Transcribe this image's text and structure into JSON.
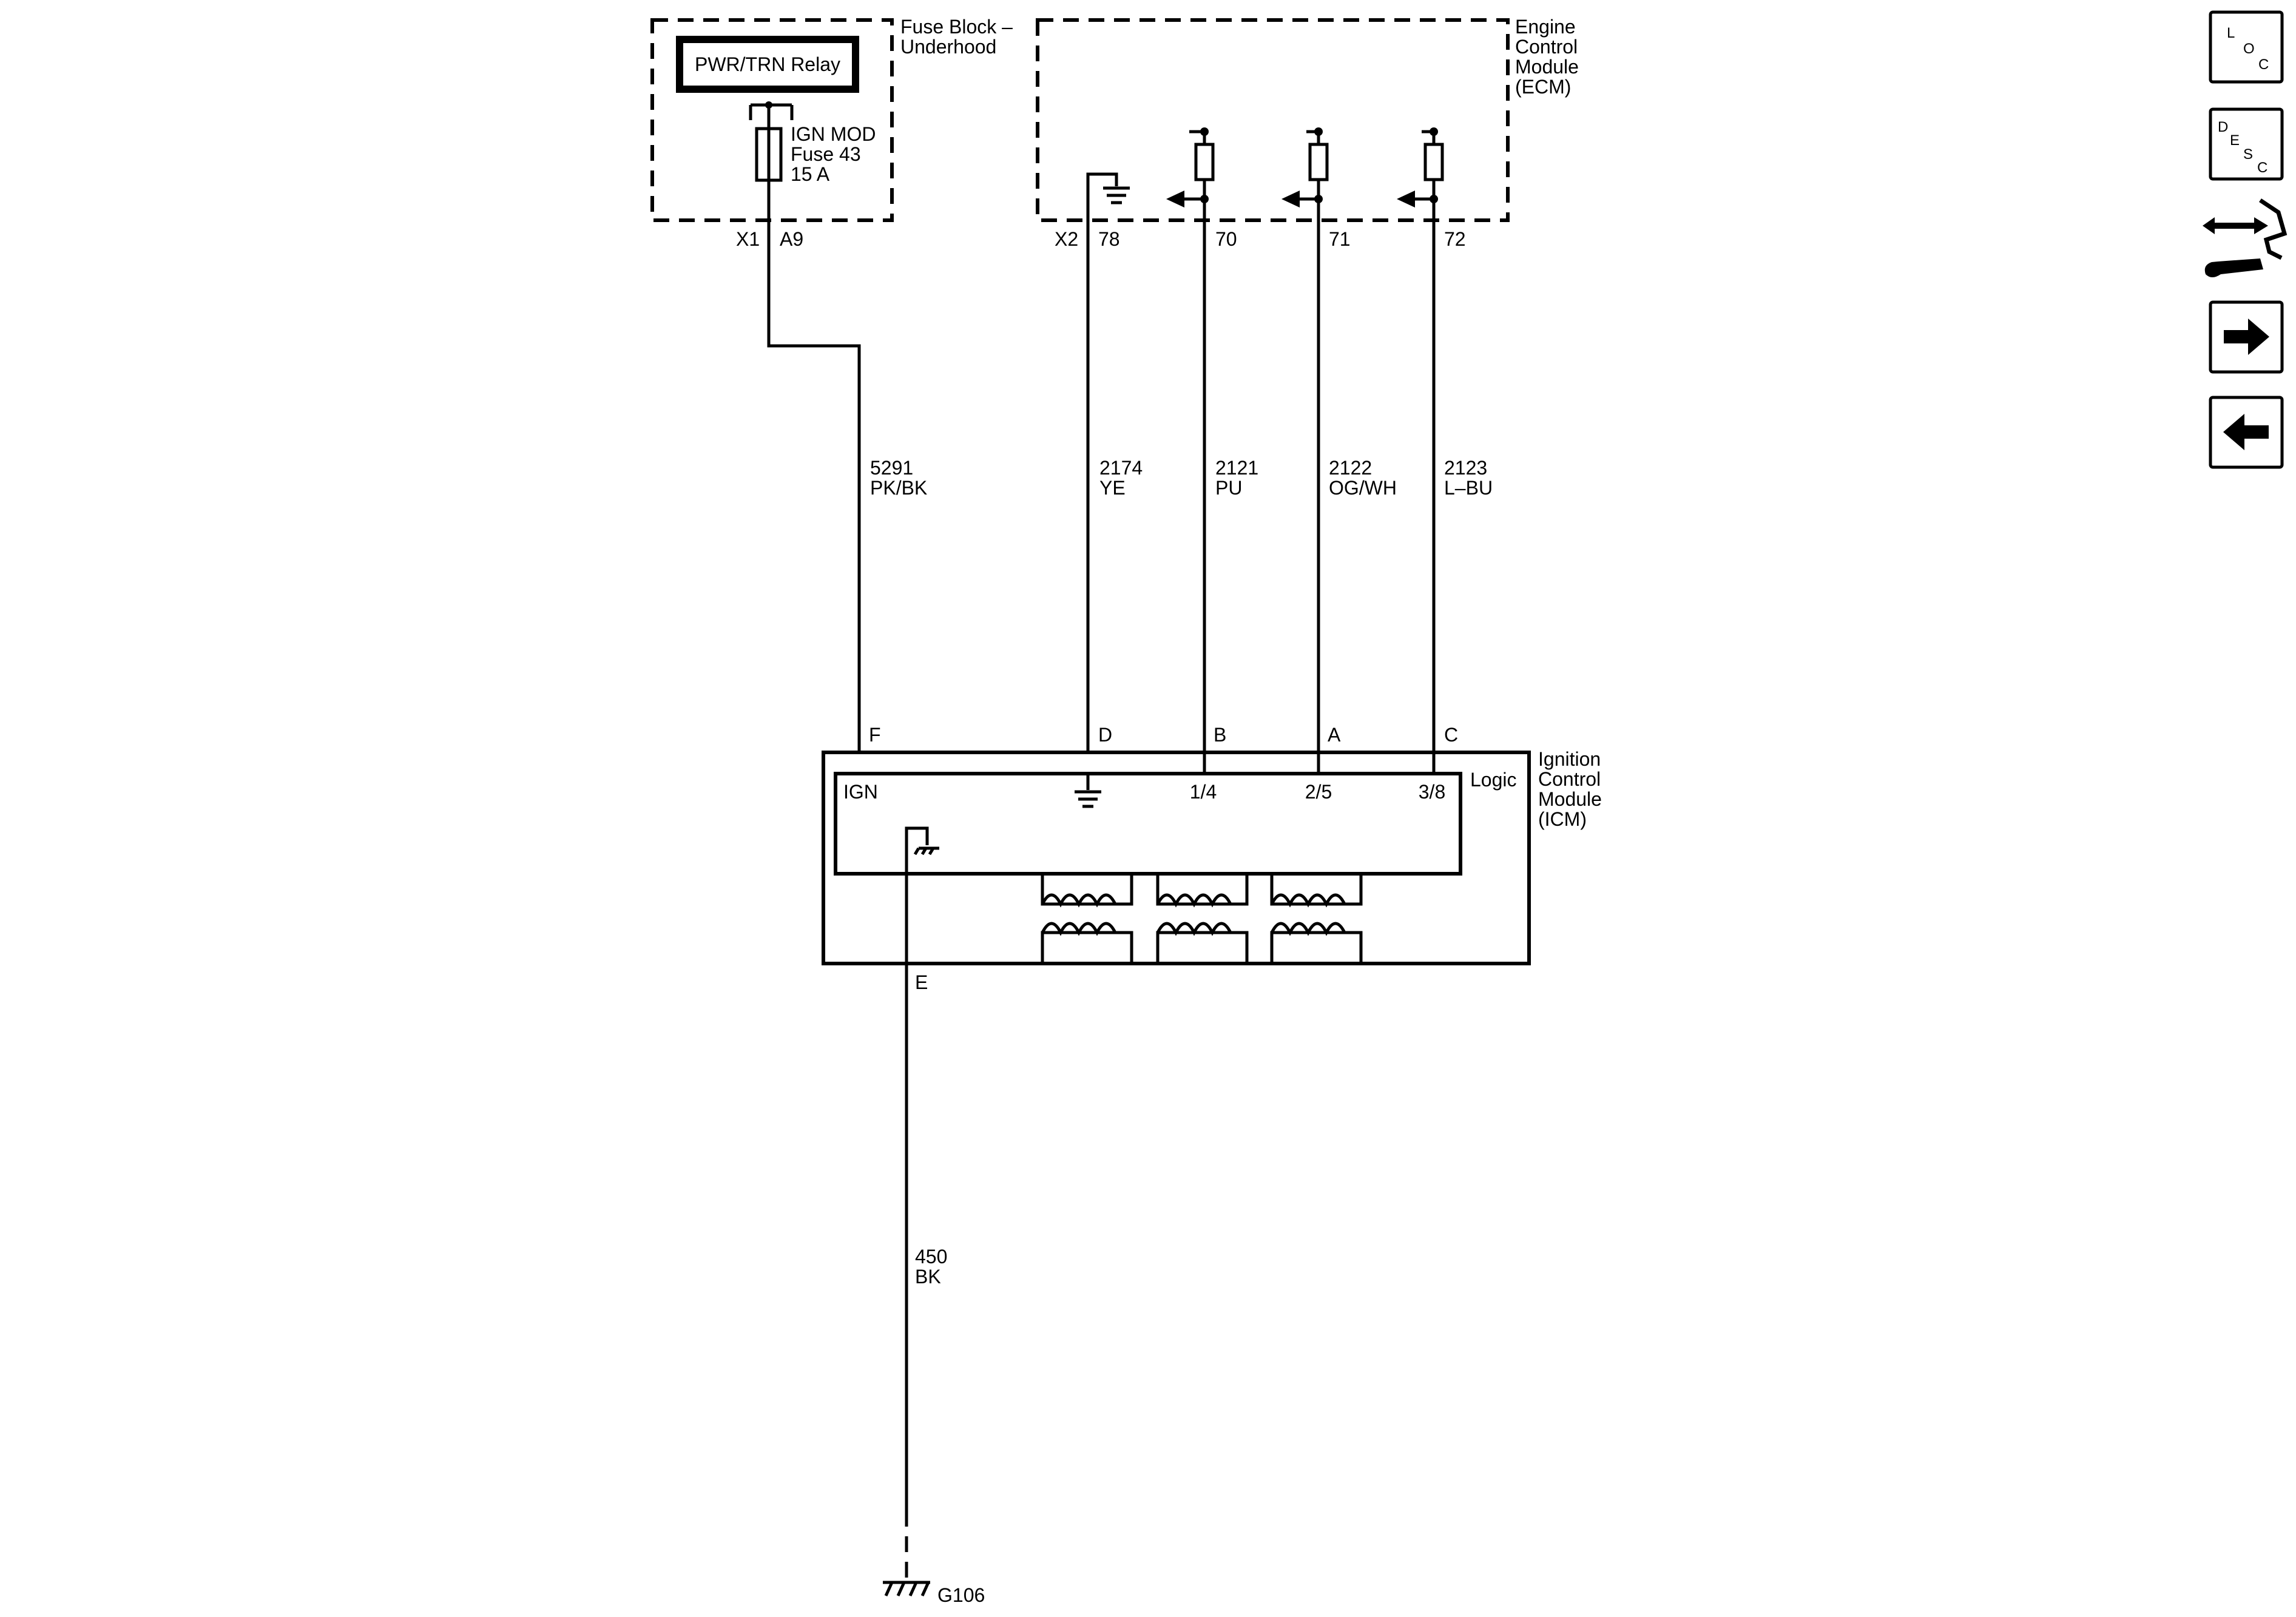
{
  "fuse_block": {
    "title_line1": "Fuse Block –",
    "title_line2": "Underhood",
    "relay_label": "PWR/TRN Relay",
    "fuse_line1": "IGN MOD",
    "fuse_line2": "Fuse 43",
    "fuse_line3": "15 A",
    "connector": "X1",
    "pin": "A9"
  },
  "ecm": {
    "title_line1": "Engine",
    "title_line2": "Control",
    "title_line3": "Module",
    "title_line4": "(ECM)",
    "connector": "X2",
    "pins": [
      "78",
      "70",
      "71",
      "72"
    ]
  },
  "wires": [
    {
      "circuit": "5291",
      "color": "PK/BK"
    },
    {
      "circuit": "2174",
      "color": "YE"
    },
    {
      "circuit": "2121",
      "color": "PU"
    },
    {
      "circuit": "2122",
      "color": "OG/WH"
    },
    {
      "circuit": "2123",
      "color": "L–BU"
    },
    {
      "circuit": "450",
      "color": "BK"
    }
  ],
  "icm": {
    "title_line1": "Ignition",
    "title_line2": "Control",
    "title_line3": "Module",
    "title_line4": "(ICM)",
    "logic_label": "Logic",
    "connector_pins": [
      "F",
      "D",
      "B",
      "A",
      "C",
      "E"
    ],
    "inner_labels": [
      "IGN",
      "1/4",
      "2/5",
      "3/8"
    ]
  },
  "ground": {
    "label": "G106"
  },
  "nav": {
    "loc": [
      "L",
      "O",
      "C"
    ],
    "desc": [
      "D",
      "E",
      "S",
      "C"
    ]
  }
}
